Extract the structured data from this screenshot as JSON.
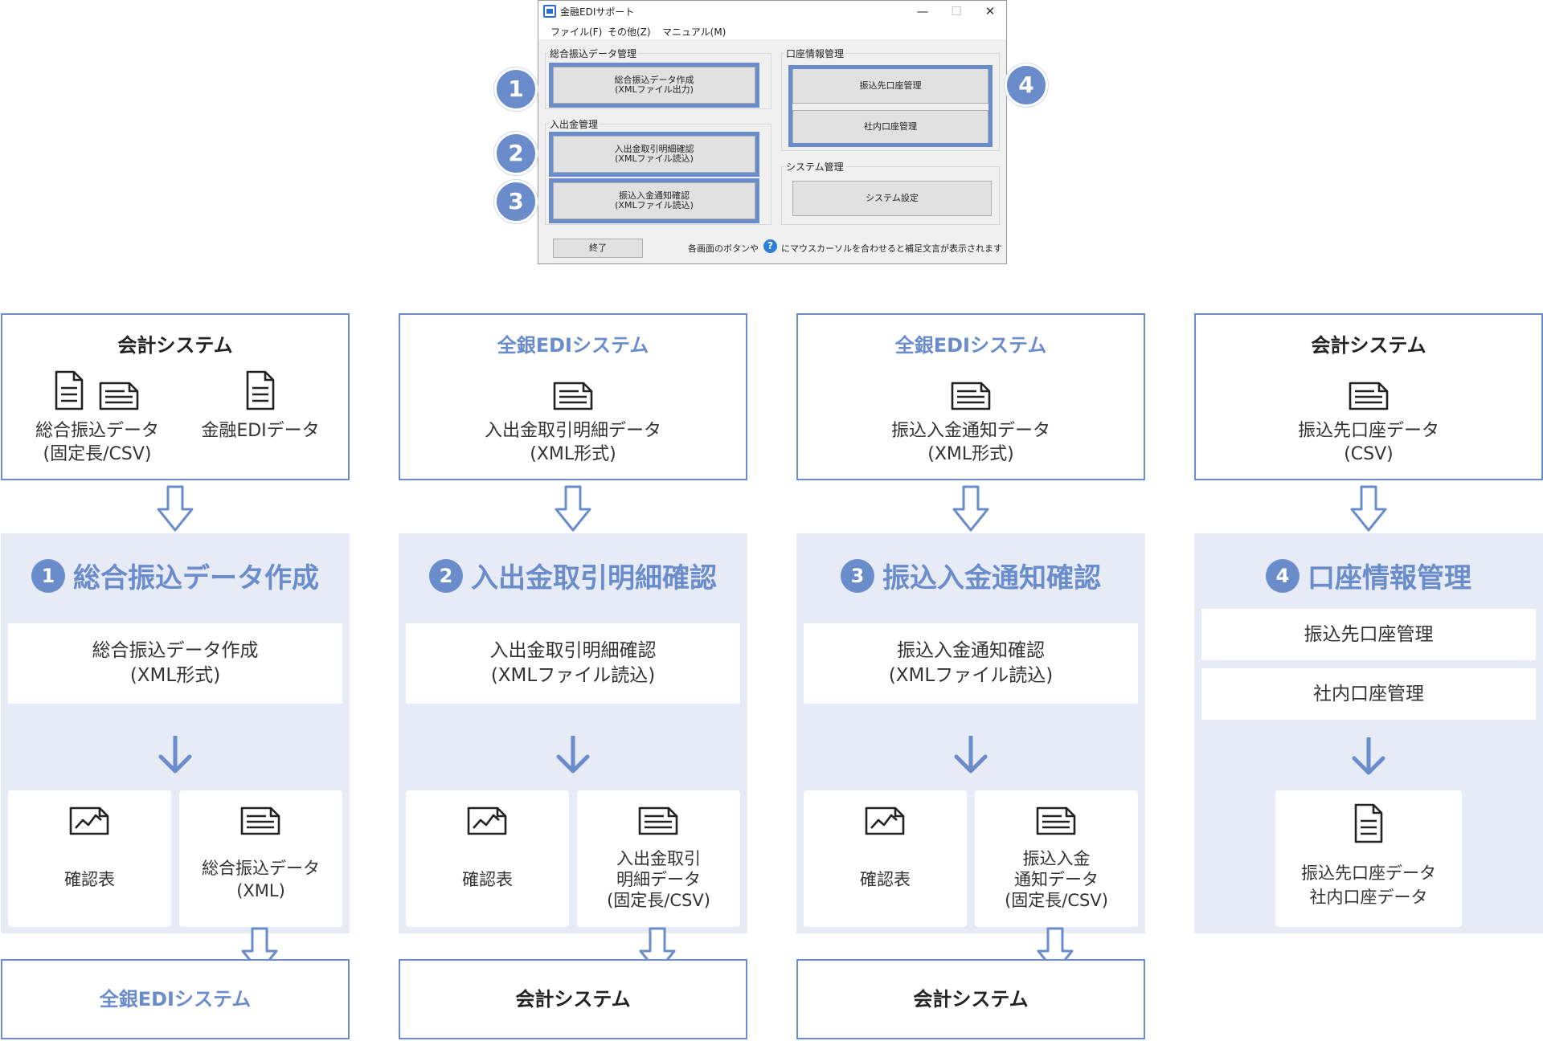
{
  "window": {
    "title": "金融EDIサポート",
    "menu": [
      "ファイル(F)",
      "その他(Z)",
      "マニュアル(M)"
    ],
    "groups": {
      "transfer": "総合振込データ管理",
      "inout": "入出金管理",
      "account": "口座情報管理",
      "system": "システム管理"
    },
    "buttons": {
      "create_line1": "総合振込データ作成",
      "create_line2": "(XMLファイル出力)",
      "detail_line1": "入出金取引明細確認",
      "detail_line2": "(XMLファイル読込)",
      "notice_line1": "振込入金通知確認",
      "notice_line2": "(XMLファイル読込)",
      "dest_account": "振込先口座管理",
      "internal_account": "社内口座管理",
      "system_settings": "システム設定",
      "exit": "終了"
    },
    "help_before": "各画面のボタンや",
    "help_icon": "?",
    "help_after": "にマウスカーソルを合わせると補足文言が表示されます"
  },
  "badges": [
    "1",
    "2",
    "3",
    "4"
  ],
  "columns": [
    {
      "source_title": "会計システム",
      "source_items": [
        {
          "line1": "総合振込データ",
          "line2": "(固定長/CSV)"
        },
        {
          "line1": "金融EDIデータ",
          "line2": ""
        }
      ],
      "num": "1",
      "title": "総合振込データ作成",
      "process_line1": "総合振込データ作成",
      "process_line2": "(XML形式)",
      "outputs": [
        {
          "lines": [
            "確認表"
          ]
        },
        {
          "lines": [
            "総合振込データ",
            "(XML)"
          ]
        }
      ],
      "dest": "全銀EDIシステム"
    },
    {
      "source_title": "全銀EDIシステム",
      "source_items": [
        {
          "line1": "入出金取引明細データ",
          "line2": "(XML形式)"
        }
      ],
      "num": "2",
      "title": "入出金取引明細確認",
      "process_line1": "入出金取引明細確認",
      "process_line2": "(XMLファイル読込)",
      "outputs": [
        {
          "lines": [
            "確認表"
          ]
        },
        {
          "lines": [
            "入出金取引",
            "明細データ",
            "(固定長/CSV)"
          ]
        }
      ],
      "dest": "会計システム"
    },
    {
      "source_title": "全銀EDIシステム",
      "source_items": [
        {
          "line1": "振込入金通知データ",
          "line2": "(XML形式)"
        }
      ],
      "num": "3",
      "title": "振込入金通知確認",
      "process_line1": "振込入金通知確認",
      "process_line2": "(XMLファイル読込)",
      "outputs": [
        {
          "lines": [
            "確認表"
          ]
        },
        {
          "lines": [
            "振込入金",
            "通知データ",
            "(固定長/CSV)"
          ]
        }
      ],
      "dest": "会計システム"
    },
    {
      "source_title": "会計システム",
      "source_items": [
        {
          "line1": "振込先口座データ",
          "line2": "(CSV)"
        }
      ],
      "num": "4",
      "title": "口座情報管理",
      "process_a": "振込先口座管理",
      "process_b": "社内口座管理",
      "outputs": [
        {
          "lines": [
            "振込先口座データ",
            "社内口座データ"
          ]
        }
      ],
      "dest": ""
    }
  ],
  "colors": {
    "accent": "#6a8ccb",
    "panel_bg": "#e6ebf6"
  }
}
